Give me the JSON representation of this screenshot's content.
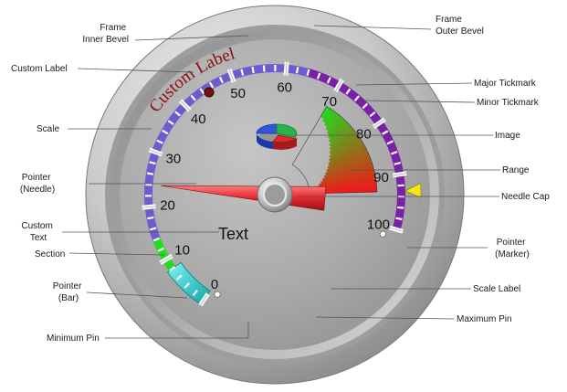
{
  "gauge": {
    "scale": {
      "min": 0,
      "max": 100,
      "major_step": 10,
      "minor_per_major": 5
    },
    "scale_labels": [
      "0",
      "10",
      "20",
      "30",
      "40",
      "50",
      "60",
      "70",
      "80",
      "90",
      "100"
    ],
    "custom_label": "Custom Label",
    "custom_text": "Text",
    "needle_value": 24,
    "marker_value": 93,
    "bar_pointer": {
      "from": 0,
      "to": 8
    },
    "range": {
      "from": 70,
      "to": 93
    },
    "sections": [
      {
        "from": 0,
        "to": 14,
        "color": "#22dd22"
      },
      {
        "from": 14,
        "to": 64,
        "color": "#6f5bd0"
      },
      {
        "from": 64,
        "to": 100,
        "color": "#7a1fa8"
      }
    ],
    "colors": {
      "needle": "#e0282e",
      "marker": "#f4e81c",
      "bar_pointer": "#19c7c9",
      "range_start": "#29d41c",
      "range_end": "#f0191b",
      "custom_label": "#8b0d0d"
    },
    "image_icon": "3d-pie-chart-icon"
  },
  "callouts": {
    "frame_inner_bevel": "Frame\nInner Bevel",
    "frame_outer_bevel": "Frame\nOuter Bevel",
    "custom_label": "Custom Label",
    "major_tickmark": "Major Tickmark",
    "minor_tickmark": "Minor Tickmark",
    "scale": "Scale",
    "image": "Image",
    "range": "Range",
    "pointer_needle": "Pointer\n(Needle)",
    "needle_cap": "Needle Cap",
    "custom_text": "Custom\nText",
    "section": "Section",
    "pointer_marker": "Pointer\n(Marker)",
    "pointer_bar": "Pointer\n(Bar)",
    "scale_label": "Scale Label",
    "maximum_pin": "Maximum Pin",
    "minimum_pin": "Minimum Pin"
  }
}
